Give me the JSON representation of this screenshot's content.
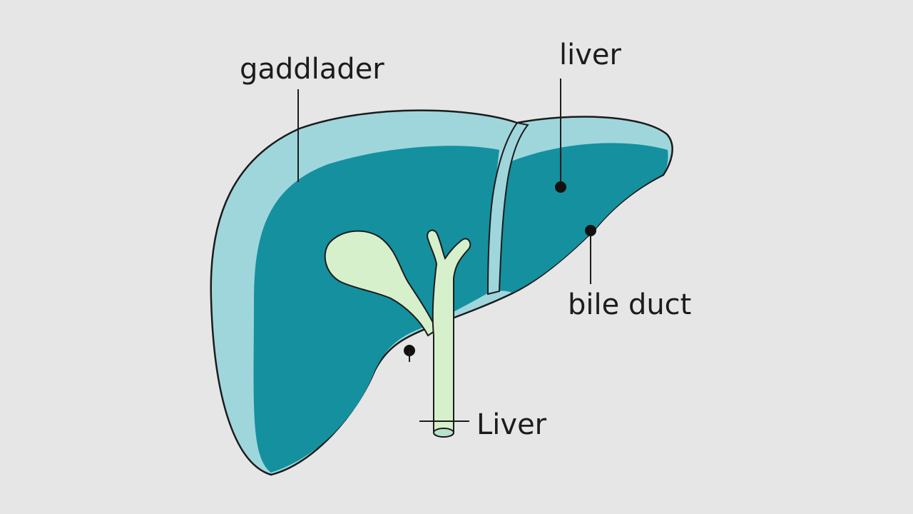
{
  "labels": {
    "gallbladder": "gaddlader",
    "liver_top": "liver",
    "bile_duct": "bile duct",
    "liver_bottom": "Liver"
  },
  "colors": {
    "background": "#e6e6e6",
    "liver_light": "#9fd6dc",
    "liver_dark": "#14909f",
    "gallbladder": "#d7f0cc",
    "outline": "#1c1c1c",
    "marker": "#111111"
  }
}
